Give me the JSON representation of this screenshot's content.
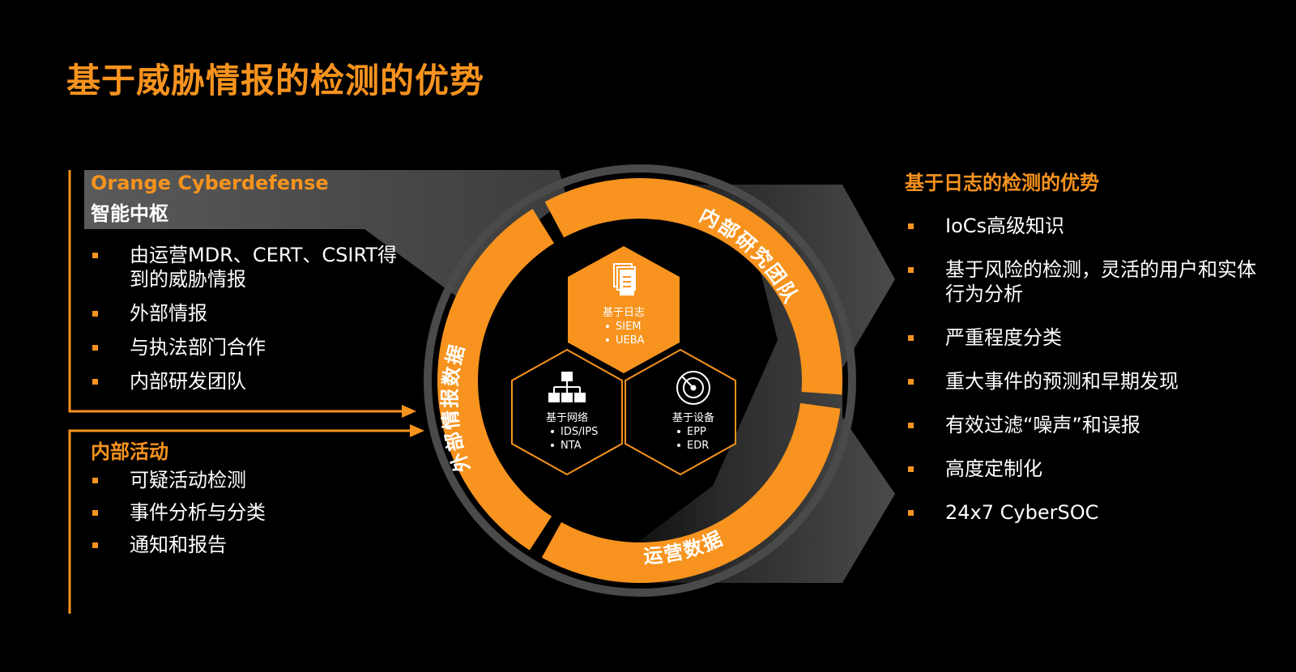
{
  "title": "基于威胁情报的检测的优势",
  "left_panel": {
    "brand": "Orange Cyberdefense",
    "hub": "智能中枢",
    "items": [
      "由运营MDR、CERT、CSIRT得到的威胁情报",
      "外部情报",
      "与执法部门合作",
      "内部研发团队"
    ]
  },
  "internal_panel": {
    "title": "内部活动",
    "items": [
      "可疑活动检测",
      "事件分析与分类",
      "通知和报告"
    ]
  },
  "ring": {
    "segment_external": "外部情报数据",
    "segment_research": "内部研究团队",
    "segment_ops": "运营数据"
  },
  "hexagons": {
    "log": {
      "title": "基于日志",
      "items": [
        "SIEM",
        "UEBA"
      ],
      "icon": "document-stack-icon"
    },
    "network": {
      "title": "基于网络",
      "items": [
        "IDS/IPS",
        "NTA"
      ],
      "icon": "network-tree-icon"
    },
    "device": {
      "title": "基于设备",
      "items": [
        "EPP",
        "EDR"
      ],
      "icon": "radar-icon"
    }
  },
  "right_panel": {
    "title": "基于日志的检测的优势",
    "items": [
      "IoCs高级知识",
      "基于风险的检测，灵活的用户和实体行为分析",
      "严重程度分类",
      "重大事件的预测和早期发现",
      "有效过滤“噪声”和误报",
      "高度定制化",
      "24x7 CyberSOC"
    ]
  },
  "colors": {
    "accent": "#F7931E",
    "background": "#000000",
    "band": "#4A4A4A"
  }
}
